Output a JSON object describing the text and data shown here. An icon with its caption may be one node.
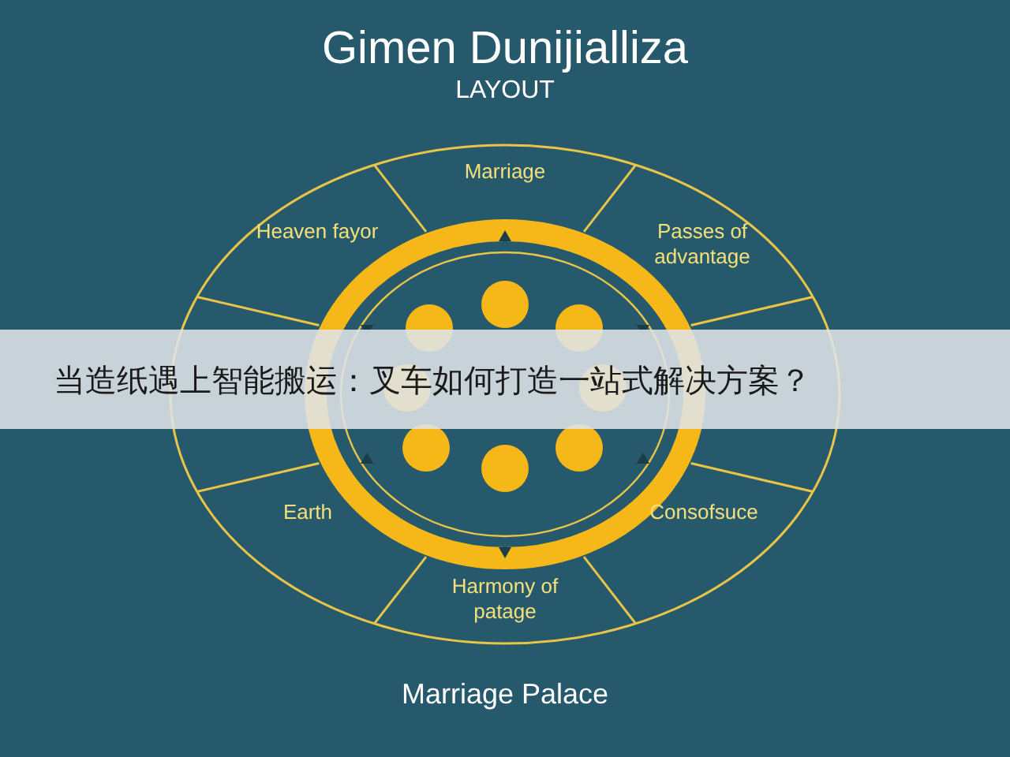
{
  "diagram": {
    "title": "Gimen Dunijialliza",
    "nodes": [
      {
        "text": [
          "Marriage"
        ]
      },
      {
        "text": [
          "Heaven fayor"
        ]
      },
      {
        "text": [
          "Passes of advantage"
        ]
      },
      {
        "text": [
          "Earth"
        ]
      },
      {
        "text": [
          "Consofsuce"
        ]
      },
      {
        "text": [
          "Harmony of patage"
        ]
      }
    ],
    "labels": [
      "LAYOUT",
      "当造纸遇上智能搬运：叉车如何打造一站式解决方案？",
      "Marriage Palace"
    ]
  }
}
